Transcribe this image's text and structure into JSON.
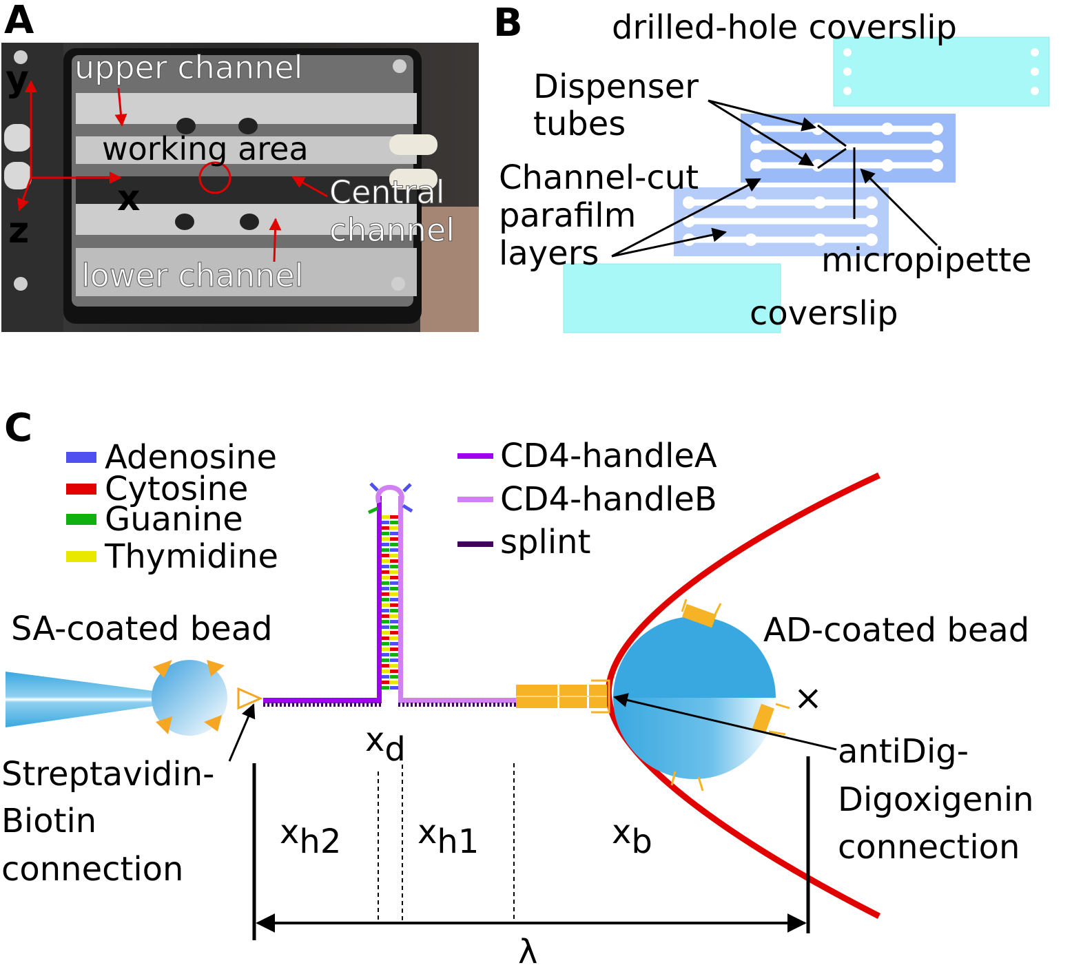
{
  "panel_a": {
    "letter": "A",
    "axis_y": "y",
    "axis_x": "x",
    "axis_z": "z",
    "upper_channel": "upper channel",
    "working_area": "working area",
    "central_channel_1": "Central",
    "central_channel_2": "channel",
    "lower_channel": "lower channel"
  },
  "panel_b": {
    "letter": "B",
    "drilled_coverslip": "drilled-hole coverslip",
    "dispenser_1": "Dispenser",
    "dispenser_2": "tubes",
    "parafilm_1": "Channel-cut",
    "parafilm_2": "parafilm",
    "parafilm_3": "layers",
    "micropipette": "micropipette",
    "coverslip": "coverslip"
  },
  "panel_c": {
    "letter": "C",
    "legend_bases": [
      {
        "label": "Adenosine",
        "color": "#5050f0"
      },
      {
        "label": "Cytosine",
        "color": "#e00000"
      },
      {
        "label": "Guanine",
        "color": "#10b010"
      },
      {
        "label": "Thymidine",
        "color": "#e8e800"
      }
    ],
    "legend_strands": [
      {
        "label": "CD4-handleA",
        "color": "#a000f0"
      },
      {
        "label": "CD4-handleB",
        "color": "#d080f0"
      },
      {
        "label": "splint",
        "color": "#400060"
      }
    ],
    "sa_bead": "SA-coated bead",
    "ad_bead": "AD-coated bead",
    "strep_1": "Streptavidin-",
    "strep_2": "Biotin",
    "strep_3": "connection",
    "antidig_1": "antiDig-",
    "antidig_2": "Digoxigenin",
    "antidig_3": "connection",
    "x_mark": "×",
    "xd_main": "x",
    "xd_sub": "d",
    "xh2_main": "x",
    "xh2_sub": "h2",
    "xh1_main": "x",
    "xh1_sub": "h1",
    "xb_main": "x",
    "xb_sub": "b",
    "lambda": "λ"
  }
}
